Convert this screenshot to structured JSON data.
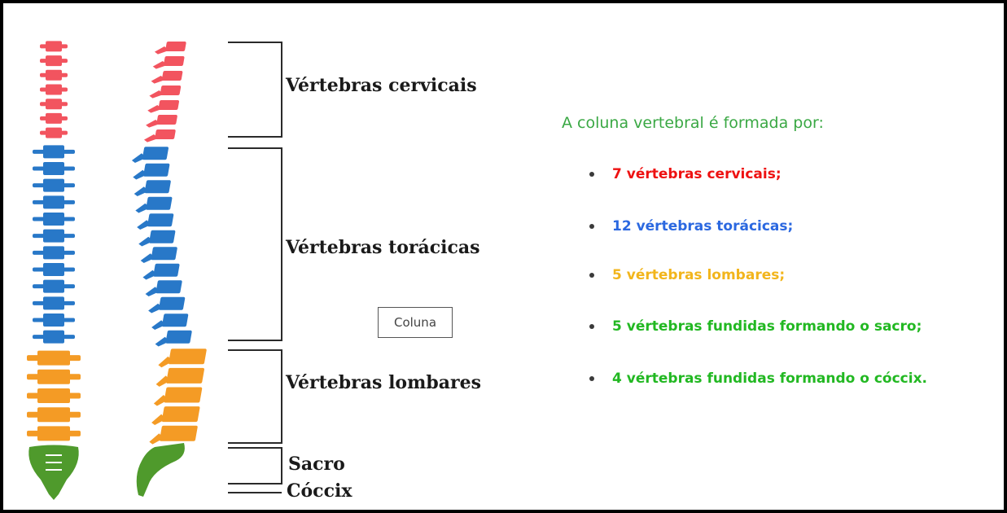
{
  "colors": {
    "cervical": "#f2545f",
    "thoracic": "#2878c8",
    "lumbar": "#f49b25",
    "sacrum": "#4f9a2c",
    "bracket": "#2a2a2a",
    "intro_text": "#3aa844",
    "fact_cervical": "#ee1111",
    "fact_thoracic": "#2b68e0",
    "fact_lumbar": "#f2b51c",
    "fact_sacrum": "#22b822",
    "fact_coccyx": "#22b822"
  },
  "spine": {
    "vertebra_counts": {
      "cervical": 7,
      "thoracic": 12,
      "lumbar": 5
    }
  },
  "regions": {
    "cervical": "Vértebras cervicais",
    "thoracic": "Vértebras torácicas",
    "lumbar": "Vértebras lombares",
    "sacrum": "Sacro",
    "coccyx": "Cóccix"
  },
  "button": {
    "label": "Coluna"
  },
  "info": {
    "intro": "A coluna vertebral é formada por:",
    "facts": [
      {
        "text": "7 vértebras cervicais;",
        "color_key": "fact_cervical"
      },
      {
        "text": "12 vértebras torácicas;",
        "color_key": "fact_thoracic"
      },
      {
        "text": "5 vértebras lombares;",
        "color_key": "fact_lumbar"
      },
      {
        "text": "5 vértebras fundidas formando o sacro;",
        "color_key": "fact_sacrum"
      },
      {
        "text": "4 vértebras fundidas formando o cóccix.",
        "color_key": "fact_coccyx"
      }
    ]
  }
}
